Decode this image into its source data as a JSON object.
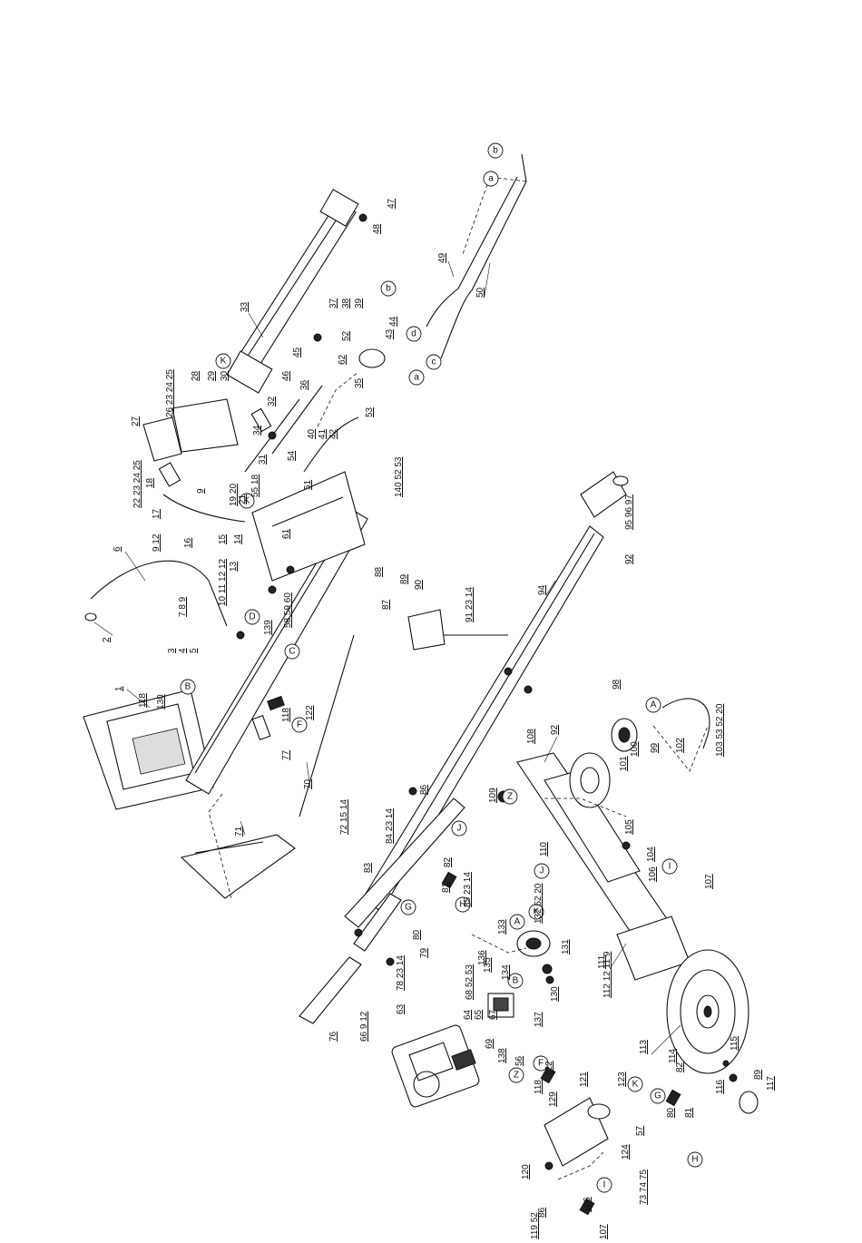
{
  "diagram": {
    "part_labels": [
      "1",
      "2",
      "3",
      "4",
      "5",
      "6",
      "7 8 9",
      "9",
      "9 12",
      "10 11 12 12",
      "13",
      "14",
      "15",
      "16",
      "17",
      "18",
      "19 20",
      "21",
      "22 23 24 25",
      "26 23 24 25",
      "27",
      "28",
      "29",
      "30",
      "31",
      "32",
      "33",
      "34",
      "35",
      "36",
      "37",
      "38",
      "39",
      "40",
      "41",
      "42",
      "43",
      "44",
      "45",
      "46",
      "47",
      "48",
      "49",
      "50",
      "51",
      "52",
      "53",
      "54",
      "55 18",
      "56",
      "57",
      "58 59 60",
      "61",
      "62",
      "63",
      "64",
      "65",
      "66 9 12",
      "67",
      "68 52 53",
      "69",
      "70",
      "71",
      "72 15 14",
      "73 74 75",
      "76",
      "77",
      "78 23 14",
      "79",
      "80",
      "81",
      "82",
      "83",
      "84 23 14",
      "85 23 14",
      "86",
      "87",
      "88",
      "89",
      "90",
      "91 23 14",
      "92",
      "94",
      "95 96 97",
      "98",
      "99",
      "100",
      "101",
      "102",
      "103 53 52 20",
      "104",
      "105",
      "106",
      "107",
      "108",
      "109",
      "110",
      "111",
      "112 12 11 9",
      "113",
      "114",
      "115",
      "116",
      "117",
      "118",
      "119 52",
      "120",
      "121",
      "122",
      "123",
      "124",
      "129",
      "130",
      "131",
      "132 52 20",
      "133",
      "134",
      "135",
      "136",
      "137",
      "138",
      "139",
      "140 52 53"
    ],
    "callout_letters": [
      "A",
      "B",
      "C",
      "D",
      "F",
      "G",
      "H",
      "I",
      "J",
      "K",
      "Z",
      "a",
      "b",
      "c",
      "d"
    ]
  }
}
